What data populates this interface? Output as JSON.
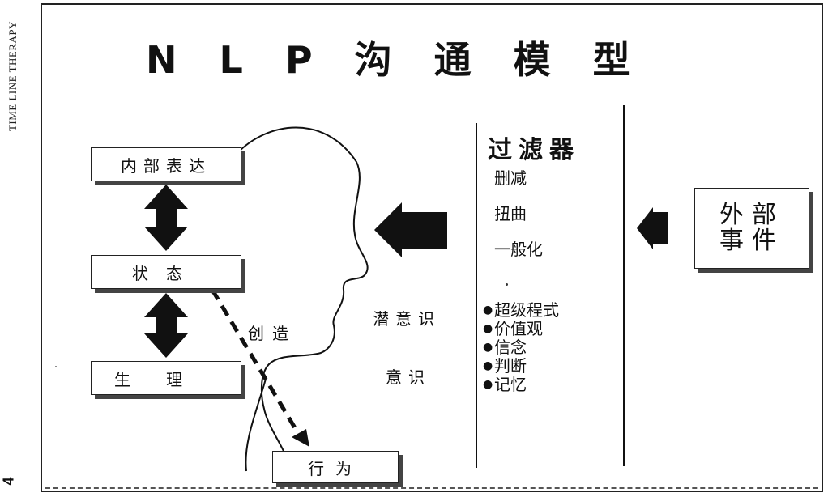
{
  "side_text": "TIME LINE THERAPY",
  "page_number": "4",
  "title": "N L P 沟 通 模 型",
  "boxes": {
    "internal": "内部表达",
    "state": "状态",
    "physiology": "生理",
    "behavior": "行为",
    "external_line1": "外部",
    "external_line2": "事件"
  },
  "labels": {
    "create": "创造",
    "subconscious": "潜意识",
    "conscious": "意识"
  },
  "filters": {
    "title": "过滤器",
    "items": [
      "删减",
      "扭曲",
      "一般化"
    ],
    "meta": [
      "超级程式",
      "价值观",
      "信念",
      "判断",
      "记忆"
    ]
  }
}
